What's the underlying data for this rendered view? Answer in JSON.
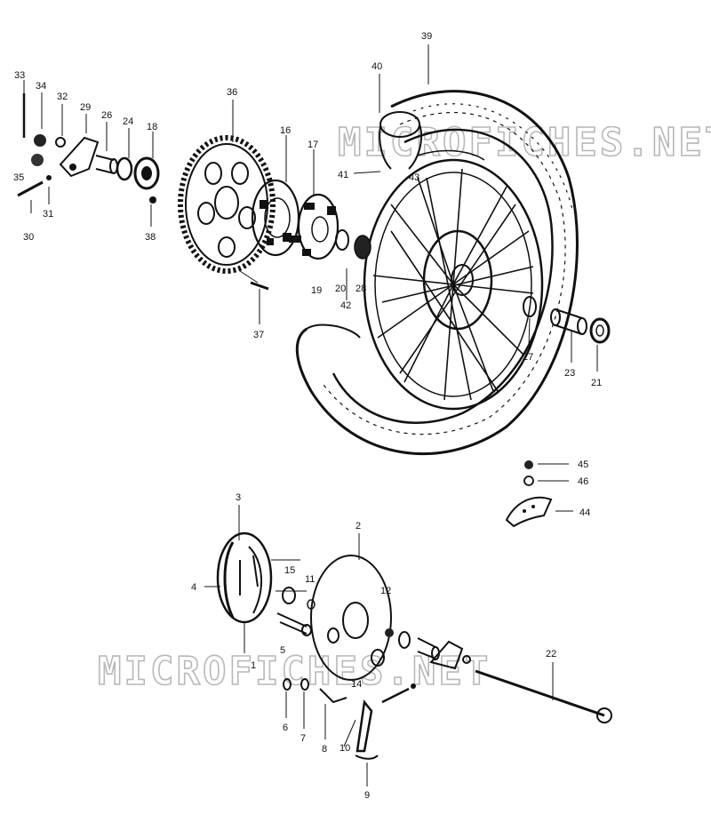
{
  "diagram": {
    "watermark": "MICROFICHES.NET",
    "callouts": [
      "1",
      "2",
      "3",
      "4",
      "5",
      "6",
      "7",
      "8",
      "9",
      "10",
      "11",
      "12",
      "14",
      "15",
      "16",
      "17",
      "18",
      "19",
      "20",
      "21",
      "22",
      "23",
      "24",
      "26",
      "27",
      "28",
      "29",
      "30",
      "31",
      "32",
      "33",
      "34",
      "35",
      "36",
      "37",
      "38",
      "39",
      "40",
      "41",
      "42",
      "43",
      "44",
      "45",
      "46"
    ]
  }
}
